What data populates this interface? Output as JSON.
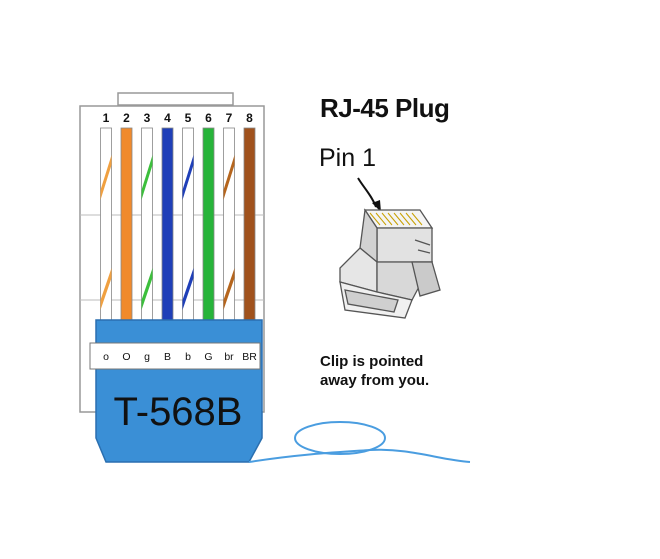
{
  "diagram": {
    "standard": "T-568B",
    "pins": [
      {
        "number": "1",
        "code": "o",
        "base": "#ffffff",
        "stripe": "#f0a040"
      },
      {
        "number": "2",
        "code": "O",
        "base": "#f08a2c",
        "stripe": null
      },
      {
        "number": "3",
        "code": "g",
        "base": "#ffffff",
        "stripe": "#3cbf3c"
      },
      {
        "number": "4",
        "code": "B",
        "base": "#1f3fb8",
        "stripe": null
      },
      {
        "number": "5",
        "code": "b",
        "base": "#ffffff",
        "stripe": "#1f3fb8"
      },
      {
        "number": "6",
        "code": "G",
        "base": "#27b43a",
        "stripe": null
      },
      {
        "number": "7",
        "code": "br",
        "base": "#ffffff",
        "stripe": "#b5651d"
      },
      {
        "number": "8",
        "code": "BR",
        "base": "#a0521d",
        "stripe": null
      }
    ],
    "colors": {
      "jacket": "#3a8fd6",
      "plug_outline": "#9a9a9a",
      "cable": "#4a9de0"
    }
  },
  "plug": {
    "title": "RJ-45 Plug",
    "pin1_label": "Pin 1",
    "note_line1": "Clip is pointed",
    "note_line2": "away from you."
  }
}
